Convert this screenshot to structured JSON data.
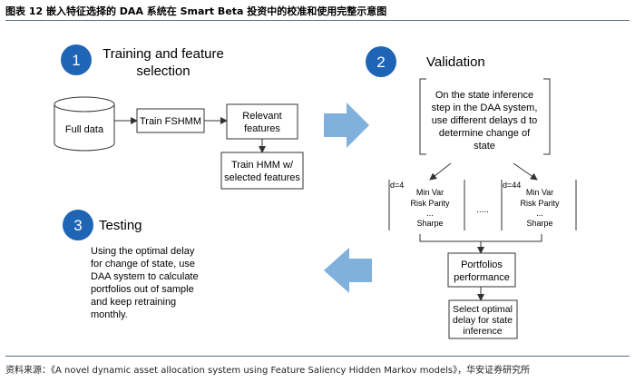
{
  "header": {
    "title": "图表 12 嵌入特征选择的 DAA 系统在 Smart Beta 投资中的校准和使用完整示意图"
  },
  "colors": {
    "badge": "#1f65b6",
    "arrow": "#7fb1dc",
    "box_stroke": "#333333",
    "rule": "#5b6b86"
  },
  "steps": [
    {
      "number": "1",
      "title_line1": "Training and feature",
      "title_line2": "selection"
    },
    {
      "number": "2",
      "title_line1": "Validation"
    },
    {
      "number": "3",
      "title_line1": "Testing"
    }
  ],
  "training": {
    "full_data": "Full data",
    "train_fshmm": "Train FSHMM",
    "relevant_line1": "Relevant",
    "relevant_line2": "features",
    "hmm_line1": "Train HMM w/",
    "hmm_line2": "selected features"
  },
  "validation": {
    "desc": [
      "On the state inference",
      "step in the DAA system,",
      "use different delays d to",
      "determine change of",
      "state"
    ],
    "left_label": "d=4",
    "right_label": "d=44",
    "middle_dots": ".....",
    "left_items": [
      "Min Var",
      "Risk Parity",
      "...",
      "Sharpe"
    ],
    "right_items": [
      "Min Var",
      "Risk Parity",
      "...",
      "Sharpe"
    ],
    "portfolios_line1": "Portfolios",
    "portfolios_line2": "performance",
    "select": [
      "Select optimal",
      "delay for state",
      "inference"
    ]
  },
  "testing": {
    "desc": [
      "Using the optimal delay",
      "for change of state, use",
      "DAA system to calculate",
      "portfolios out of sample",
      "and keep retraining",
      "monthly."
    ]
  },
  "source": {
    "text": "资料来源：《A novel dynamic asset allocation system using Feature Saliency Hidden Markov models》，华安证券研究所"
  }
}
